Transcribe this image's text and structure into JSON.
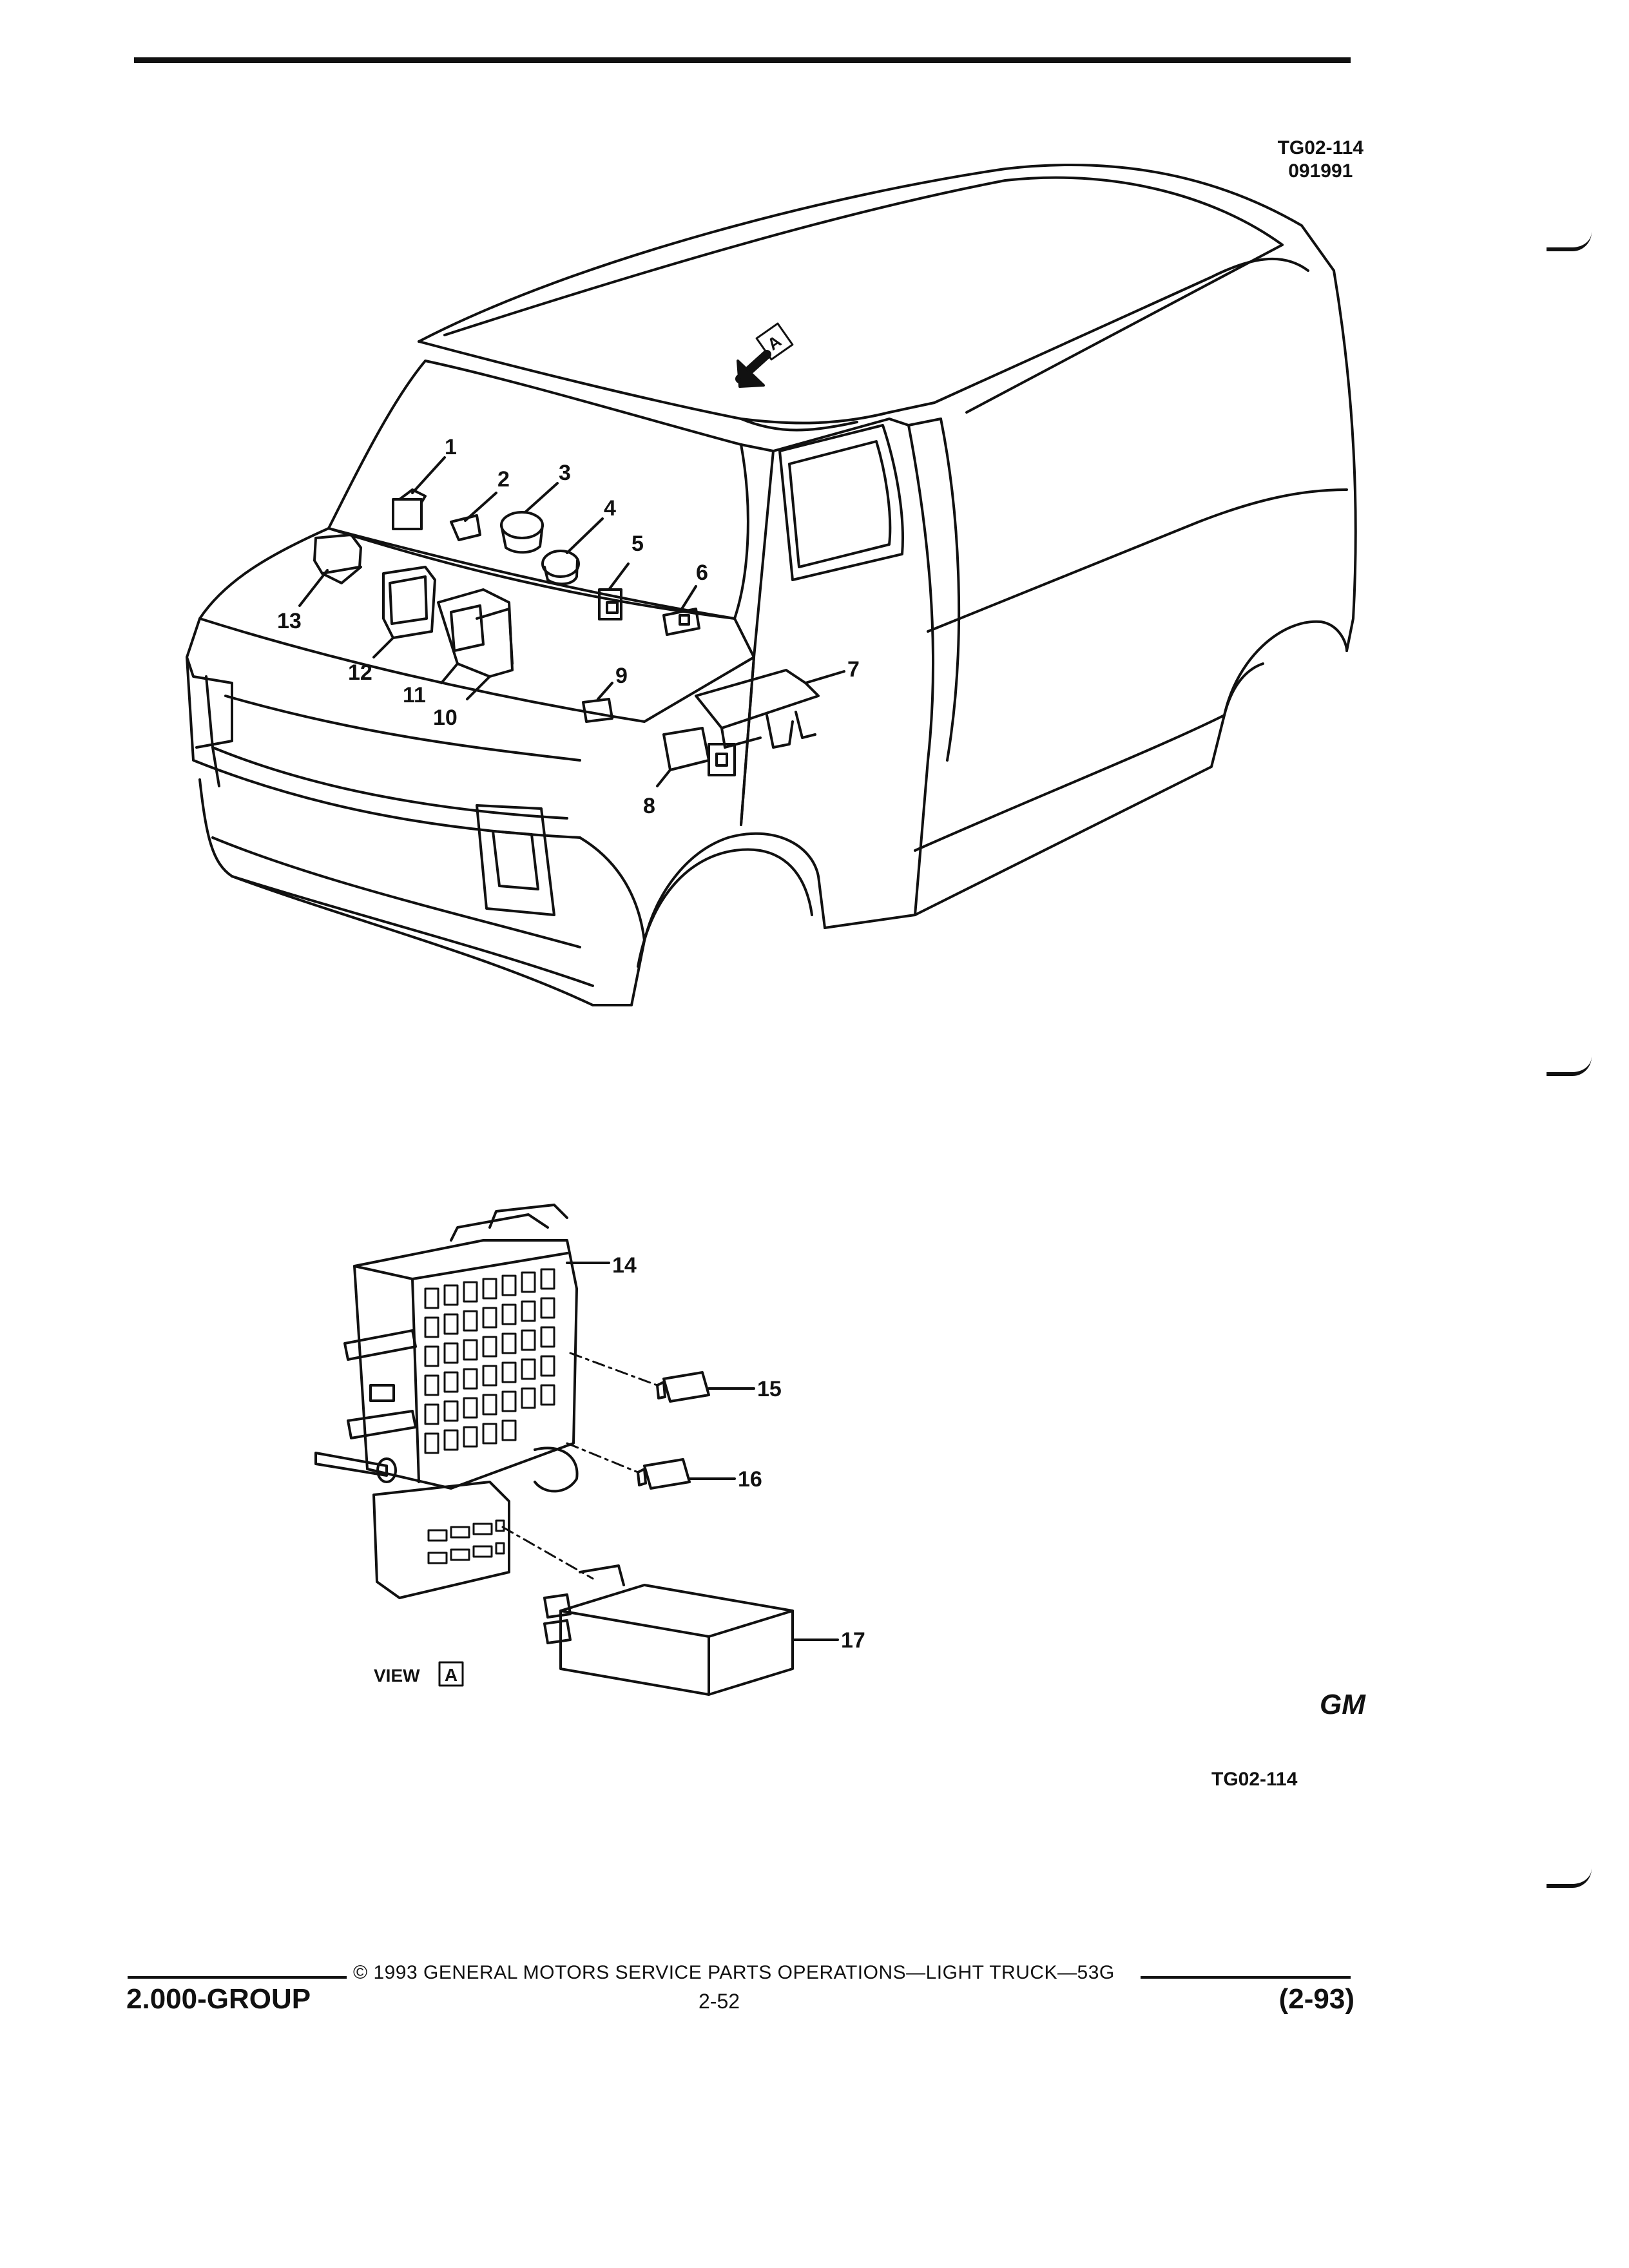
{
  "figure_ref_top": {
    "line1": "TG02-114",
    "line2": "091991"
  },
  "view_label": {
    "word": "VIEW",
    "letter": "A"
  },
  "view_arrow_letter": "A",
  "callouts": [
    "1",
    "2",
    "3",
    "4",
    "5",
    "6",
    "7",
    "8",
    "9",
    "10",
    "11",
    "12",
    "13",
    "14",
    "15",
    "16",
    "17"
  ],
  "figure_ref_bottom": "TG02-114",
  "logo_text": "GM",
  "footer": {
    "copyright": "©  1993  GENERAL MOTORS SERVICE PARTS OPERATIONS—LIGHT TRUCK—53G",
    "group": "2.000-GROUP",
    "page": "2-52",
    "date": "(2-93)"
  }
}
